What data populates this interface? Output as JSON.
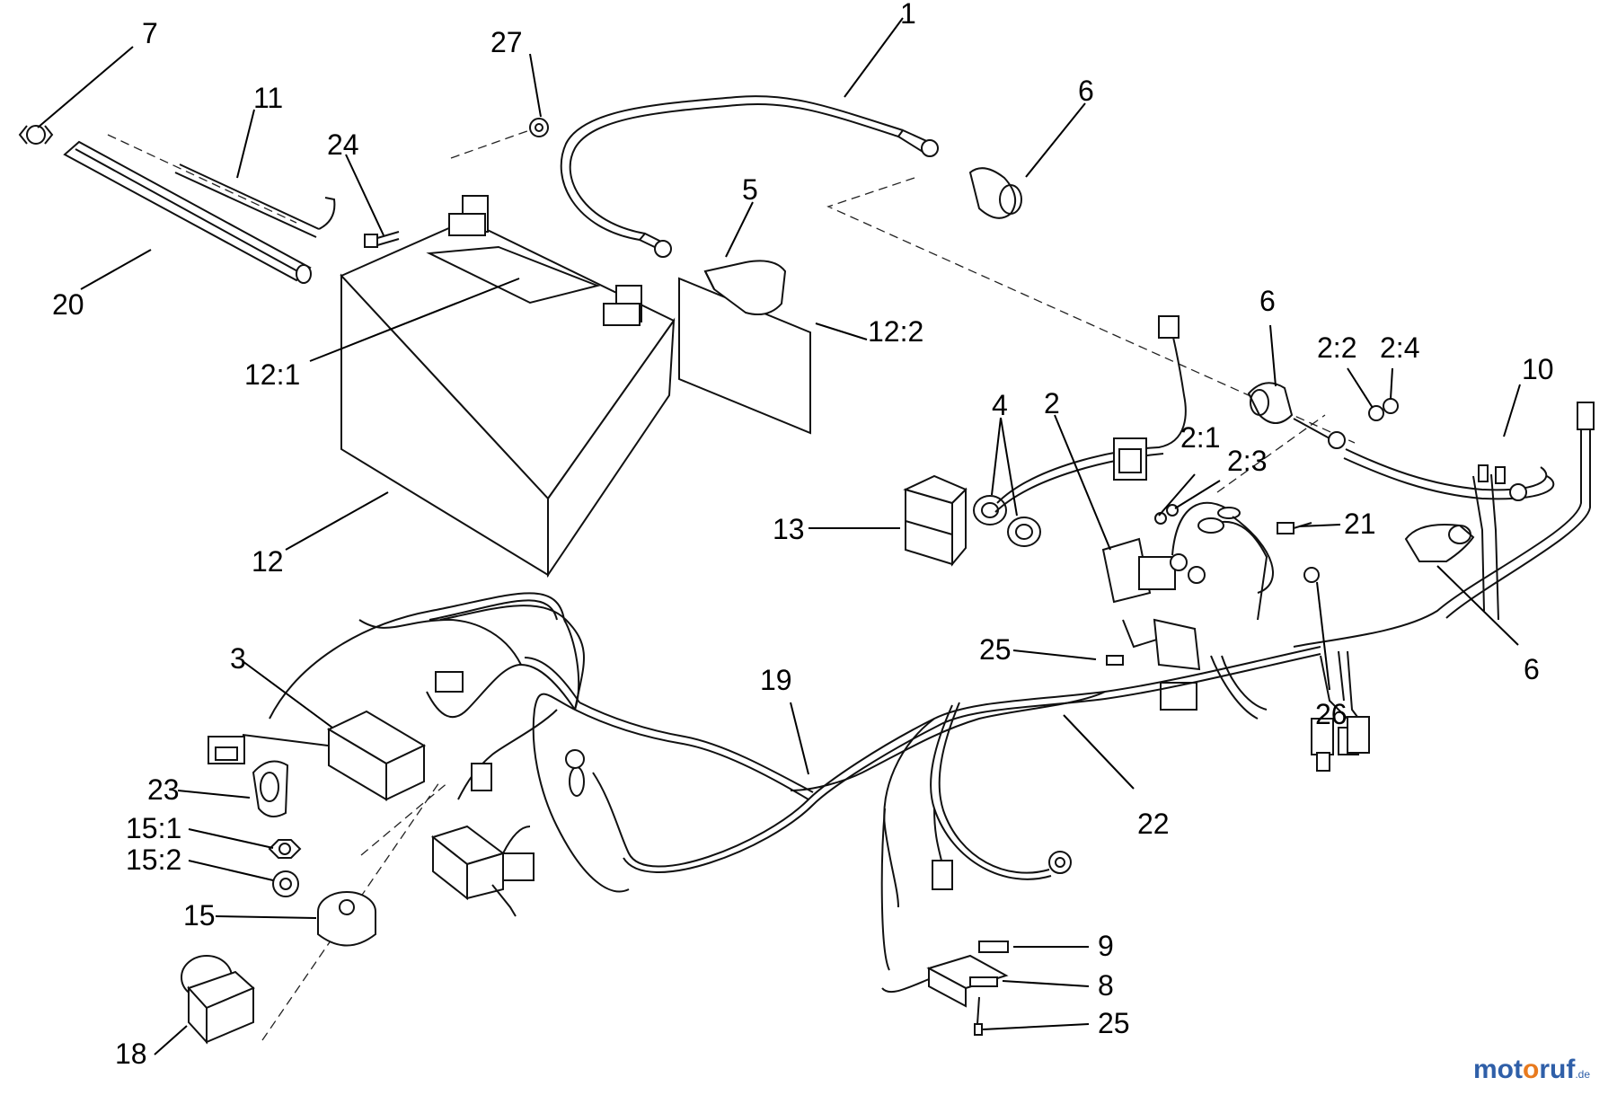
{
  "labels": {
    "l1": "1",
    "l2": "2",
    "l2_1": "2:1",
    "l2_2": "2:2",
    "l2_3": "2:3",
    "l2_4": "2:4",
    "l3": "3",
    "l4": "4",
    "l5": "5",
    "l6a": "6",
    "l6b": "6",
    "l6c": "6",
    "l7": "7",
    "l8": "8",
    "l9": "9",
    "l10": "10",
    "l11": "11",
    "l12": "12",
    "l12_1": "12:1",
    "l12_2": "12:2",
    "l13": "13",
    "l15": "15",
    "l15_1": "15:1",
    "l15_2": "15:2",
    "l18": "18",
    "l19": "19",
    "l20": "20",
    "l21": "21",
    "l22": "22",
    "l23": "23",
    "l24": "24",
    "l25a": "25",
    "l25b": "25",
    "l26": "26",
    "l27": "27"
  },
  "watermark": {
    "m1": "mot",
    "m2": "o",
    "m3": "ruf",
    "suffix": ".de"
  },
  "colors": {
    "watermark_blue": "#2f5fa8",
    "watermark_orange": "#e87a1e"
  }
}
